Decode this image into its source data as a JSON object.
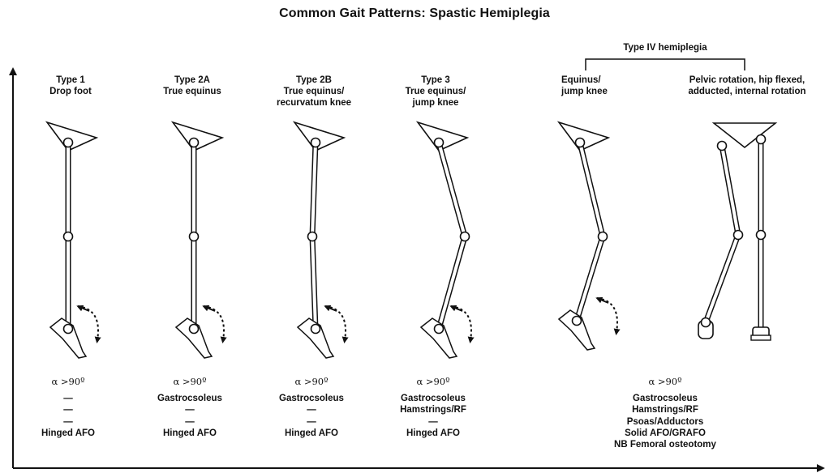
{
  "title": "Common Gait Patterns: Spastic Hemiplegia",
  "group_label": "Type IV hemiplegia",
  "columns": [
    {
      "id": "type1",
      "header": "Type 1\nDrop foot",
      "angle": "α >90º",
      "rows": [
        "—",
        "—",
        "—",
        "Hinged AFO"
      ]
    },
    {
      "id": "type2a",
      "header": "Type 2A\nTrue equinus",
      "angle": "α >90º",
      "rows": [
        "Gastrocsoleus",
        "—",
        "—",
        "Hinged AFO"
      ]
    },
    {
      "id": "type2b",
      "header": "Type 2B\nTrue equinus/\nrecurvatum knee",
      "angle": "α >90º",
      "rows": [
        "Gastrocsoleus",
        "—",
        "—",
        "Hinged AFO"
      ]
    },
    {
      "id": "type3",
      "header": "Type 3\nTrue equinus/\njump knee",
      "angle": "α >90º",
      "rows": [
        "Gastrocsoleus",
        "Hamstrings/RF",
        "—",
        "Hinged AFO"
      ]
    },
    {
      "id": "type4a",
      "header": "Equinus/\njump knee"
    },
    {
      "id": "type4b",
      "header": "Pelvic rotation, hip flexed,\nadducted, internal rotation"
    }
  ],
  "type4_block": {
    "angle": "α >90º",
    "rows": [
      "Gastrocsoleus",
      "Hamstrings/RF",
      "Psoas/Adductors",
      "Solid AFO/GRAFO",
      "NB Femoral osteotomy"
    ]
  }
}
